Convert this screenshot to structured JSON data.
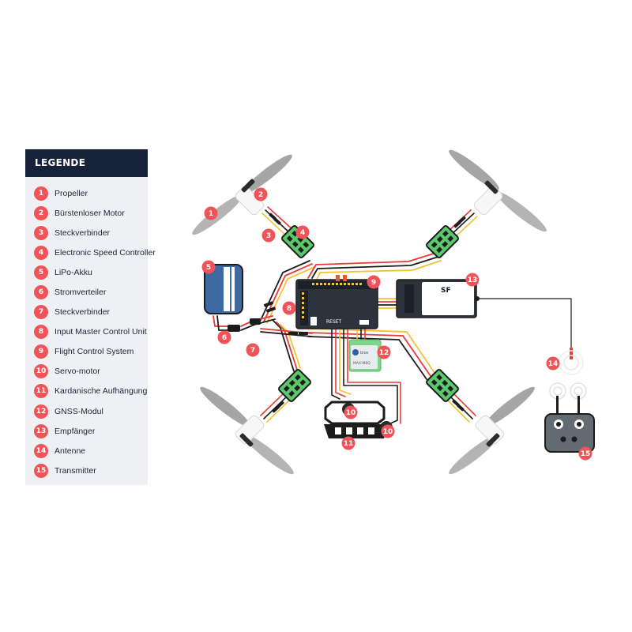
{
  "legend": {
    "title": "LEGENDE",
    "items": [
      {
        "num": "1",
        "label": "Propeller"
      },
      {
        "num": "2",
        "label": "Bürstenloser Motor"
      },
      {
        "num": "3",
        "label": "Steckverbinder"
      },
      {
        "num": "4",
        "label": "Electronic Speed Controller"
      },
      {
        "num": "5",
        "label": "LiPo-Akku"
      },
      {
        "num": "6",
        "label": "Stromverteiler"
      },
      {
        "num": "7",
        "label": "Steckverbinder"
      },
      {
        "num": "8",
        "label": "Input Master Control Unit"
      },
      {
        "num": "9",
        "label": "Flight Control System"
      },
      {
        "num": "10",
        "label": "Servo-motor"
      },
      {
        "num": "11",
        "label": "Kardanische Aufhängung"
      },
      {
        "num": "12",
        "label": "GNSS-Modul"
      },
      {
        "num": "13",
        "label": "Empfänger"
      },
      {
        "num": "14",
        "label": "Antenne"
      },
      {
        "num": "15",
        "label": "Transmitter"
      }
    ]
  },
  "diagram": {
    "fc_reset_label": "RESET",
    "receiver_label": "SF",
    "gnss_chip_text": "blox",
    "gnss_model_text": "MAX-M8Q",
    "markers": [
      "1",
      "2",
      "3",
      "4",
      "5",
      "6",
      "7",
      "8",
      "9",
      "10",
      "10",
      "11",
      "12",
      "13",
      "14",
      "15"
    ]
  },
  "colors": {
    "legend_header": "#16213a",
    "marker": "#f05458",
    "esc_green": "#5cc86e",
    "battery_blue": "#3e69a3",
    "board_dark": "#2d333d",
    "gnss_green": "#7ed68a"
  }
}
